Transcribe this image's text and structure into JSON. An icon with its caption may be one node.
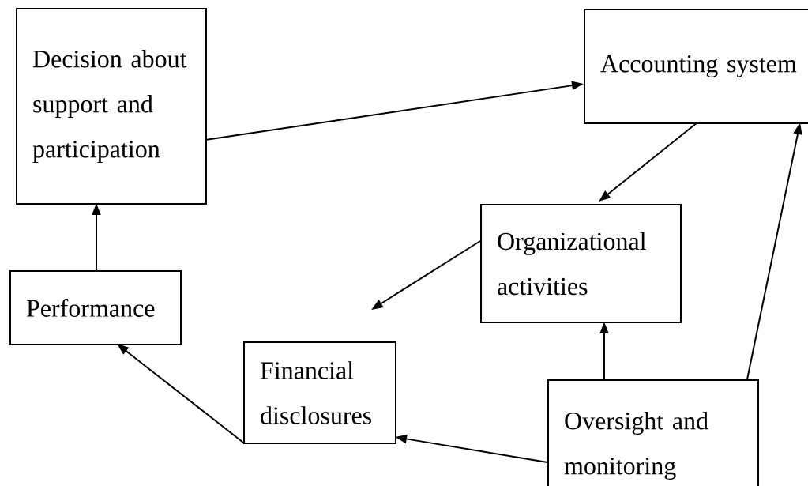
{
  "diagram": {
    "nodes": [
      {
        "text": [
          "Decision about support and participation"
        ]
      },
      {
        "text": [
          "Accounting system"
        ]
      },
      {
        "text": [
          "Organizational activities"
        ]
      },
      {
        "text": [
          "Performance"
        ]
      },
      {
        "text": [
          "Financial disclosures"
        ]
      },
      {
        "text": [
          "Oversight and monitoring"
        ]
      }
    ],
    "edges": [
      {
        "from": 0,
        "to": 1,
        "arrow": "to"
      },
      {
        "from": 1,
        "to": 2,
        "arrow": "to"
      },
      {
        "from": 2,
        "to": 4,
        "arrow": "to"
      },
      {
        "from": 5,
        "to": 2,
        "arrow": "to"
      },
      {
        "from": 5,
        "to": 1,
        "arrow": "to"
      },
      {
        "from": 5,
        "to": 4,
        "arrow": "to"
      },
      {
        "from": 4,
        "to": 3,
        "arrow": "to"
      },
      {
        "from": 3,
        "to": 0,
        "arrow": "to"
      }
    ]
  }
}
